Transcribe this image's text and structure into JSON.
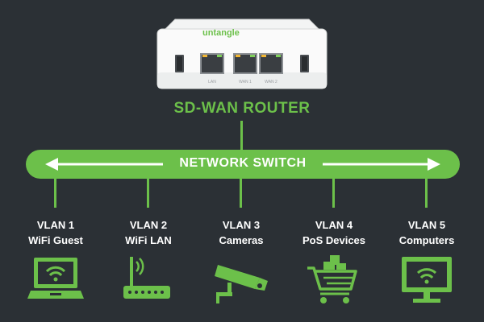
{
  "router": {
    "brand": "untangle",
    "label": "SD-WAN ROUTER",
    "port_labels": [
      "LAN",
      "WAN 1",
      "WAN 2"
    ]
  },
  "switch": {
    "label": "NETWORK SWITCH"
  },
  "vlans": [
    {
      "id": "VLAN 1",
      "name": "WiFi Guest",
      "icon": "laptop-wifi-icon"
    },
    {
      "id": "VLAN 2",
      "name": "WiFi LAN",
      "icon": "wifi-router-icon"
    },
    {
      "id": "VLAN 3",
      "name": "Cameras",
      "icon": "security-camera-icon"
    },
    {
      "id": "VLAN 4",
      "name": "PoS Devices",
      "icon": "shopping-cart-icon"
    },
    {
      "id": "VLAN 5",
      "name": "Computers",
      "icon": "monitor-wifi-icon"
    }
  ],
  "colors": {
    "background": "#2b3035",
    "accent": "#6cc04a",
    "text": "#ffffff"
  }
}
